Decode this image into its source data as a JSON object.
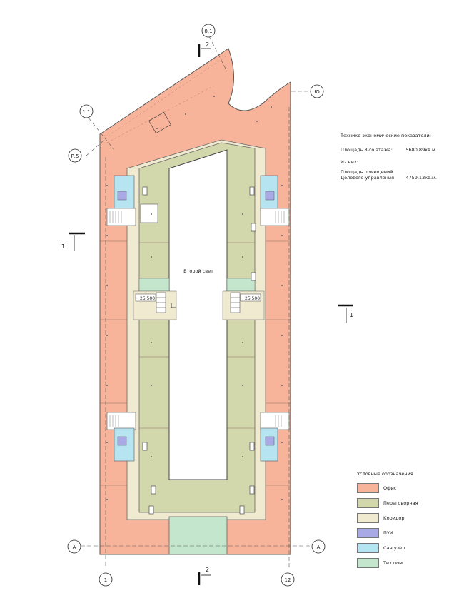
{
  "axes": {
    "a81": "8.1",
    "a11": "1.1",
    "p5": "Р.5",
    "yu": "Ю",
    "a_left": "А",
    "a_right": "А",
    "n1": "1",
    "n12": "12"
  },
  "sections": {
    "s2_top": "2",
    "s2_bottom": "2",
    "s1_left": "1",
    "s1_right": "1"
  },
  "plan": {
    "atrium_label": "Второй свет",
    "level_left": "+25,500",
    "level_right": "+25,500"
  },
  "info": {
    "title": "Технико-экономические показатели:",
    "area_label": "Площадь 8-го этажа:",
    "area_value": "5680,89кв.м.",
    "including": "Из них:",
    "premises_line1": "Площадь помещений",
    "premises_line2": "Делового управления",
    "premises_value": "4759,13кв.м."
  },
  "legend": {
    "title": "Условные обозначения",
    "items": [
      {
        "label": "Офис",
        "color": "#f7b49a"
      },
      {
        "label": "Переговорная",
        "color": "#d3d7ac"
      },
      {
        "label": "Коридор",
        "color": "#efead0"
      },
      {
        "label": "ПУИ",
        "color": "#a9a9e6"
      },
      {
        "label": "Сан.узел",
        "color": "#b7e4f1"
      },
      {
        "label": "Тех.пом.",
        "color": "#c3e6cc"
      }
    ]
  },
  "colors": {
    "office": "#f7b49a",
    "meeting": "#d3d7ac",
    "corridor": "#efead0",
    "pui": "#a9a9e6",
    "wc": "#b7e4f1",
    "tech": "#c3e6cc"
  }
}
